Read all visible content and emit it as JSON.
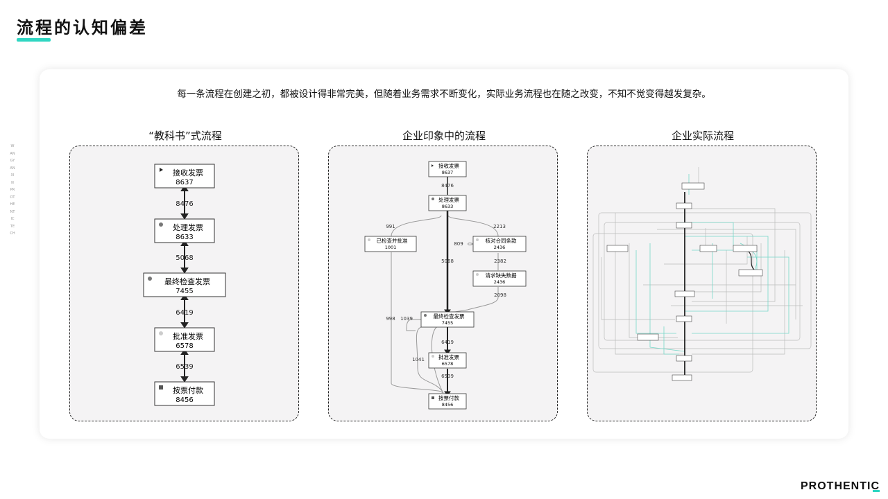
{
  "page": {
    "title": "流程的认知偏差",
    "side_text": "WANGYANXIN PROTHENTIC TECH",
    "description": "每一条流程在创建之初，都被设计得非常完美，但随着业务需求不断变化，实际业务流程也在随之改变，不知不觉变得越发复杂。",
    "logo": "PROTHENTIC",
    "accent_color": "#2fd6c2"
  },
  "columns": [
    {
      "title": "“教科书”式流程"
    },
    {
      "title": "企业印象中的流程"
    },
    {
      "title": "企业实际流程"
    }
  ],
  "textbook": {
    "nodes": [
      {
        "label": "接收发票",
        "count": "8637",
        "icon": "play-icon"
      },
      {
        "label": "处理发票",
        "count": "8633",
        "icon": "dot-icon"
      },
      {
        "label": "最终检查发票",
        "count": "7455",
        "icon": "dot-icon"
      },
      {
        "label": "批准发票",
        "count": "6578",
        "icon": "dot-light-icon"
      },
      {
        "label": "按票付款",
        "count": "8456",
        "icon": "square-icon"
      }
    ],
    "edges": [
      "8476",
      "5068",
      "6419",
      "6539"
    ]
  },
  "impression": {
    "nodes": [
      {
        "label": "接收发票",
        "count": "8637"
      },
      {
        "label": "处理发票",
        "count": "8633"
      },
      {
        "label": "已检查并批准",
        "count": "1001"
      },
      {
        "label": "核对合同条款",
        "count": "2436"
      },
      {
        "label": "请求缺失数据",
        "count": "2436"
      },
      {
        "label": "最终检查发票",
        "count": "7455"
      },
      {
        "label": "批准发票",
        "count": "6578"
      },
      {
        "label": "按票付款",
        "count": "8456"
      }
    ],
    "edges": [
      "8476",
      "991",
      "2213",
      "809",
      "5068",
      "2382",
      "2098",
      "998",
      "1039",
      "6419",
      "1041",
      "6539"
    ]
  }
}
